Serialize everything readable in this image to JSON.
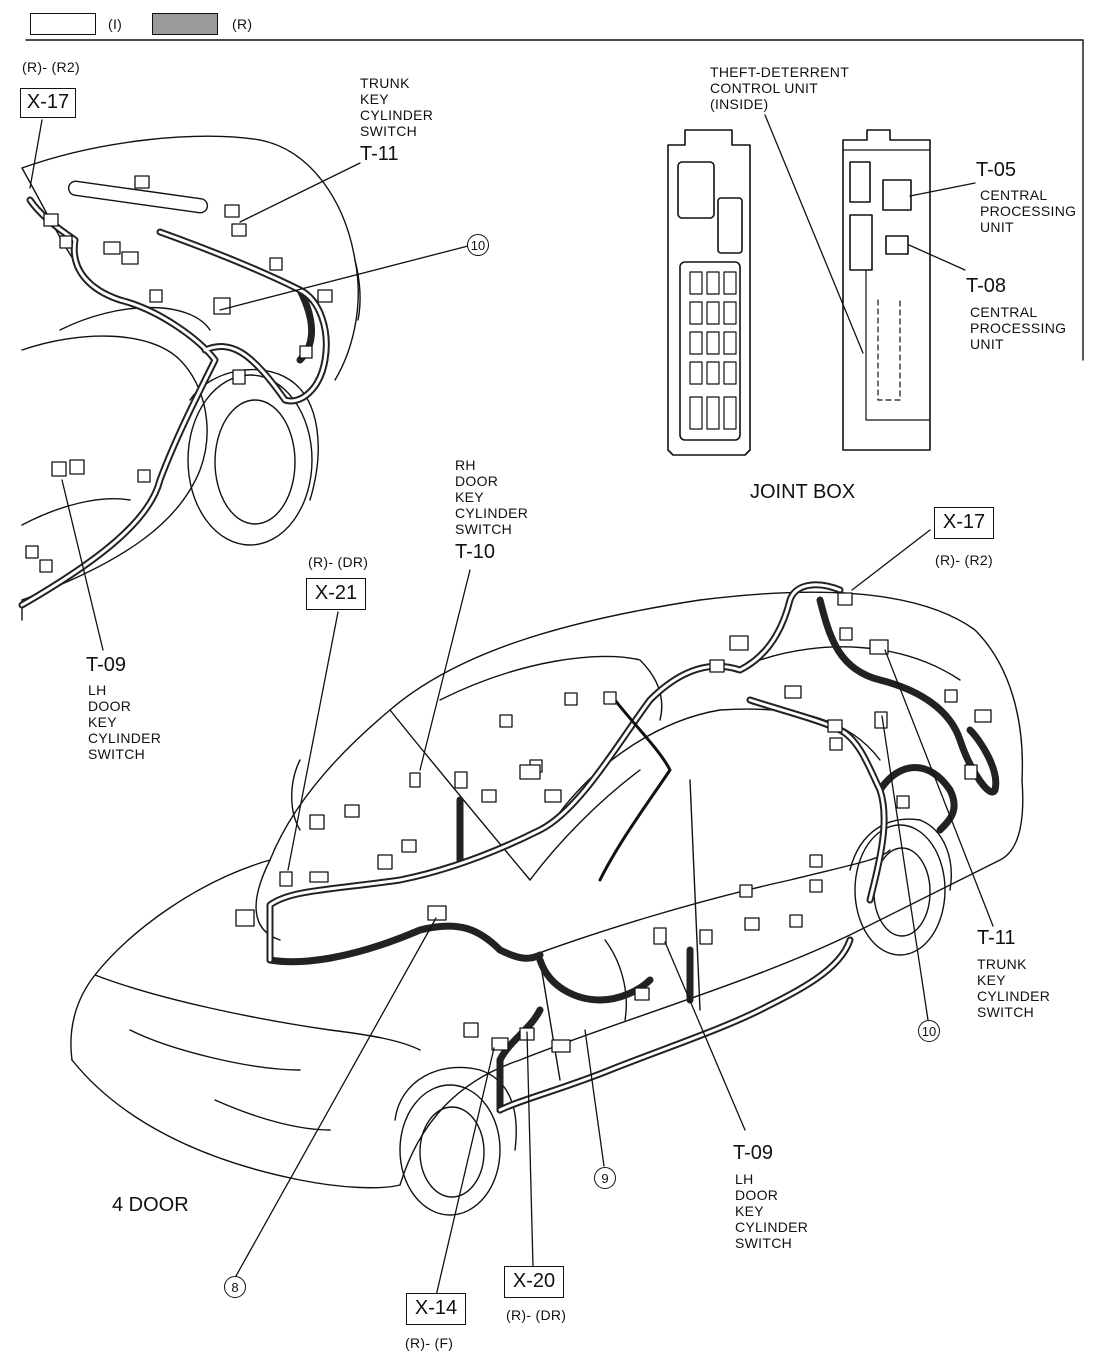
{
  "legend": {
    "interior_label": "(I)",
    "exterior_label": "(R)",
    "interior_color": "#ffffff",
    "exterior_color": "#9a9a9a"
  },
  "joint_box": {
    "title": "JOINT BOX",
    "theft_label": [
      "THEFT-DETERRENT",
      "CONTROL UNIT",
      "(INSIDE)"
    ],
    "t05_code": "T-05",
    "t05_desc": [
      "CENTRAL",
      "PROCESSING",
      "UNIT"
    ],
    "t08_code": "T-08",
    "t08_desc": [
      "CENTRAL",
      "PROCESSING",
      "UNIT"
    ]
  },
  "rear_view": {
    "x17_sub": "(R)- (R2)",
    "x17_code": "X-17",
    "t11_desc": [
      "TRUNK",
      "KEY",
      "CYLINDER",
      "SWITCH"
    ],
    "t11_code": "T-11",
    "circle10": "10",
    "t09_code": "T-09",
    "t09_desc": [
      "LH",
      "DOOR",
      "KEY",
      "CYLINDER",
      "SWITCH"
    ]
  },
  "main_view": {
    "caption": "4 DOOR",
    "x21_sub": "(R)- (DR)",
    "x21_code": "X-21",
    "t10_desc": [
      "RH",
      "DOOR",
      "KEY",
      "CYLINDER",
      "SWITCH"
    ],
    "t10_code": "T-10",
    "x17_code": "X-17",
    "x17_sub": "(R)- (R2)",
    "t11_code": "T-11",
    "t11_desc": [
      "TRUNK",
      "KEY",
      "CYLINDER",
      "SWITCH"
    ],
    "circle10": "10",
    "t09_code": "T-09",
    "t09_desc": [
      "LH",
      "DOOR",
      "KEY",
      "CYLINDER",
      "SWITCH"
    ],
    "circle9": "9",
    "circle8": "8",
    "x14_code": "X-14",
    "x14_sub": "(R)- (F)",
    "x20_code": "X-20",
    "x20_sub": "(R)- (DR)"
  }
}
